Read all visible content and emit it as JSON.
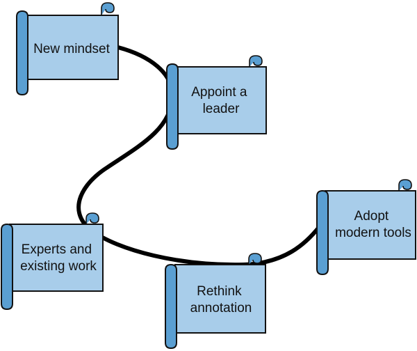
{
  "diagram": {
    "nodes": [
      {
        "id": "new-mindset",
        "label": [
          "New mindset"
        ]
      },
      {
        "id": "appoint-leader",
        "label": [
          "Appoint a",
          "leader"
        ]
      },
      {
        "id": "experts-existing-work",
        "label": [
          "Experts and",
          "existing work"
        ]
      },
      {
        "id": "rethink-annotation",
        "label": [
          "Rethink",
          "annotation"
        ]
      },
      {
        "id": "adopt-modern-tools",
        "label": [
          "Adopt",
          "modern tools"
        ]
      }
    ],
    "colors": {
      "scroll_fill": "#a8cdea",
      "scroll_roll": "#5a9fd2",
      "outline": "#111111",
      "connector": "#000000"
    }
  }
}
